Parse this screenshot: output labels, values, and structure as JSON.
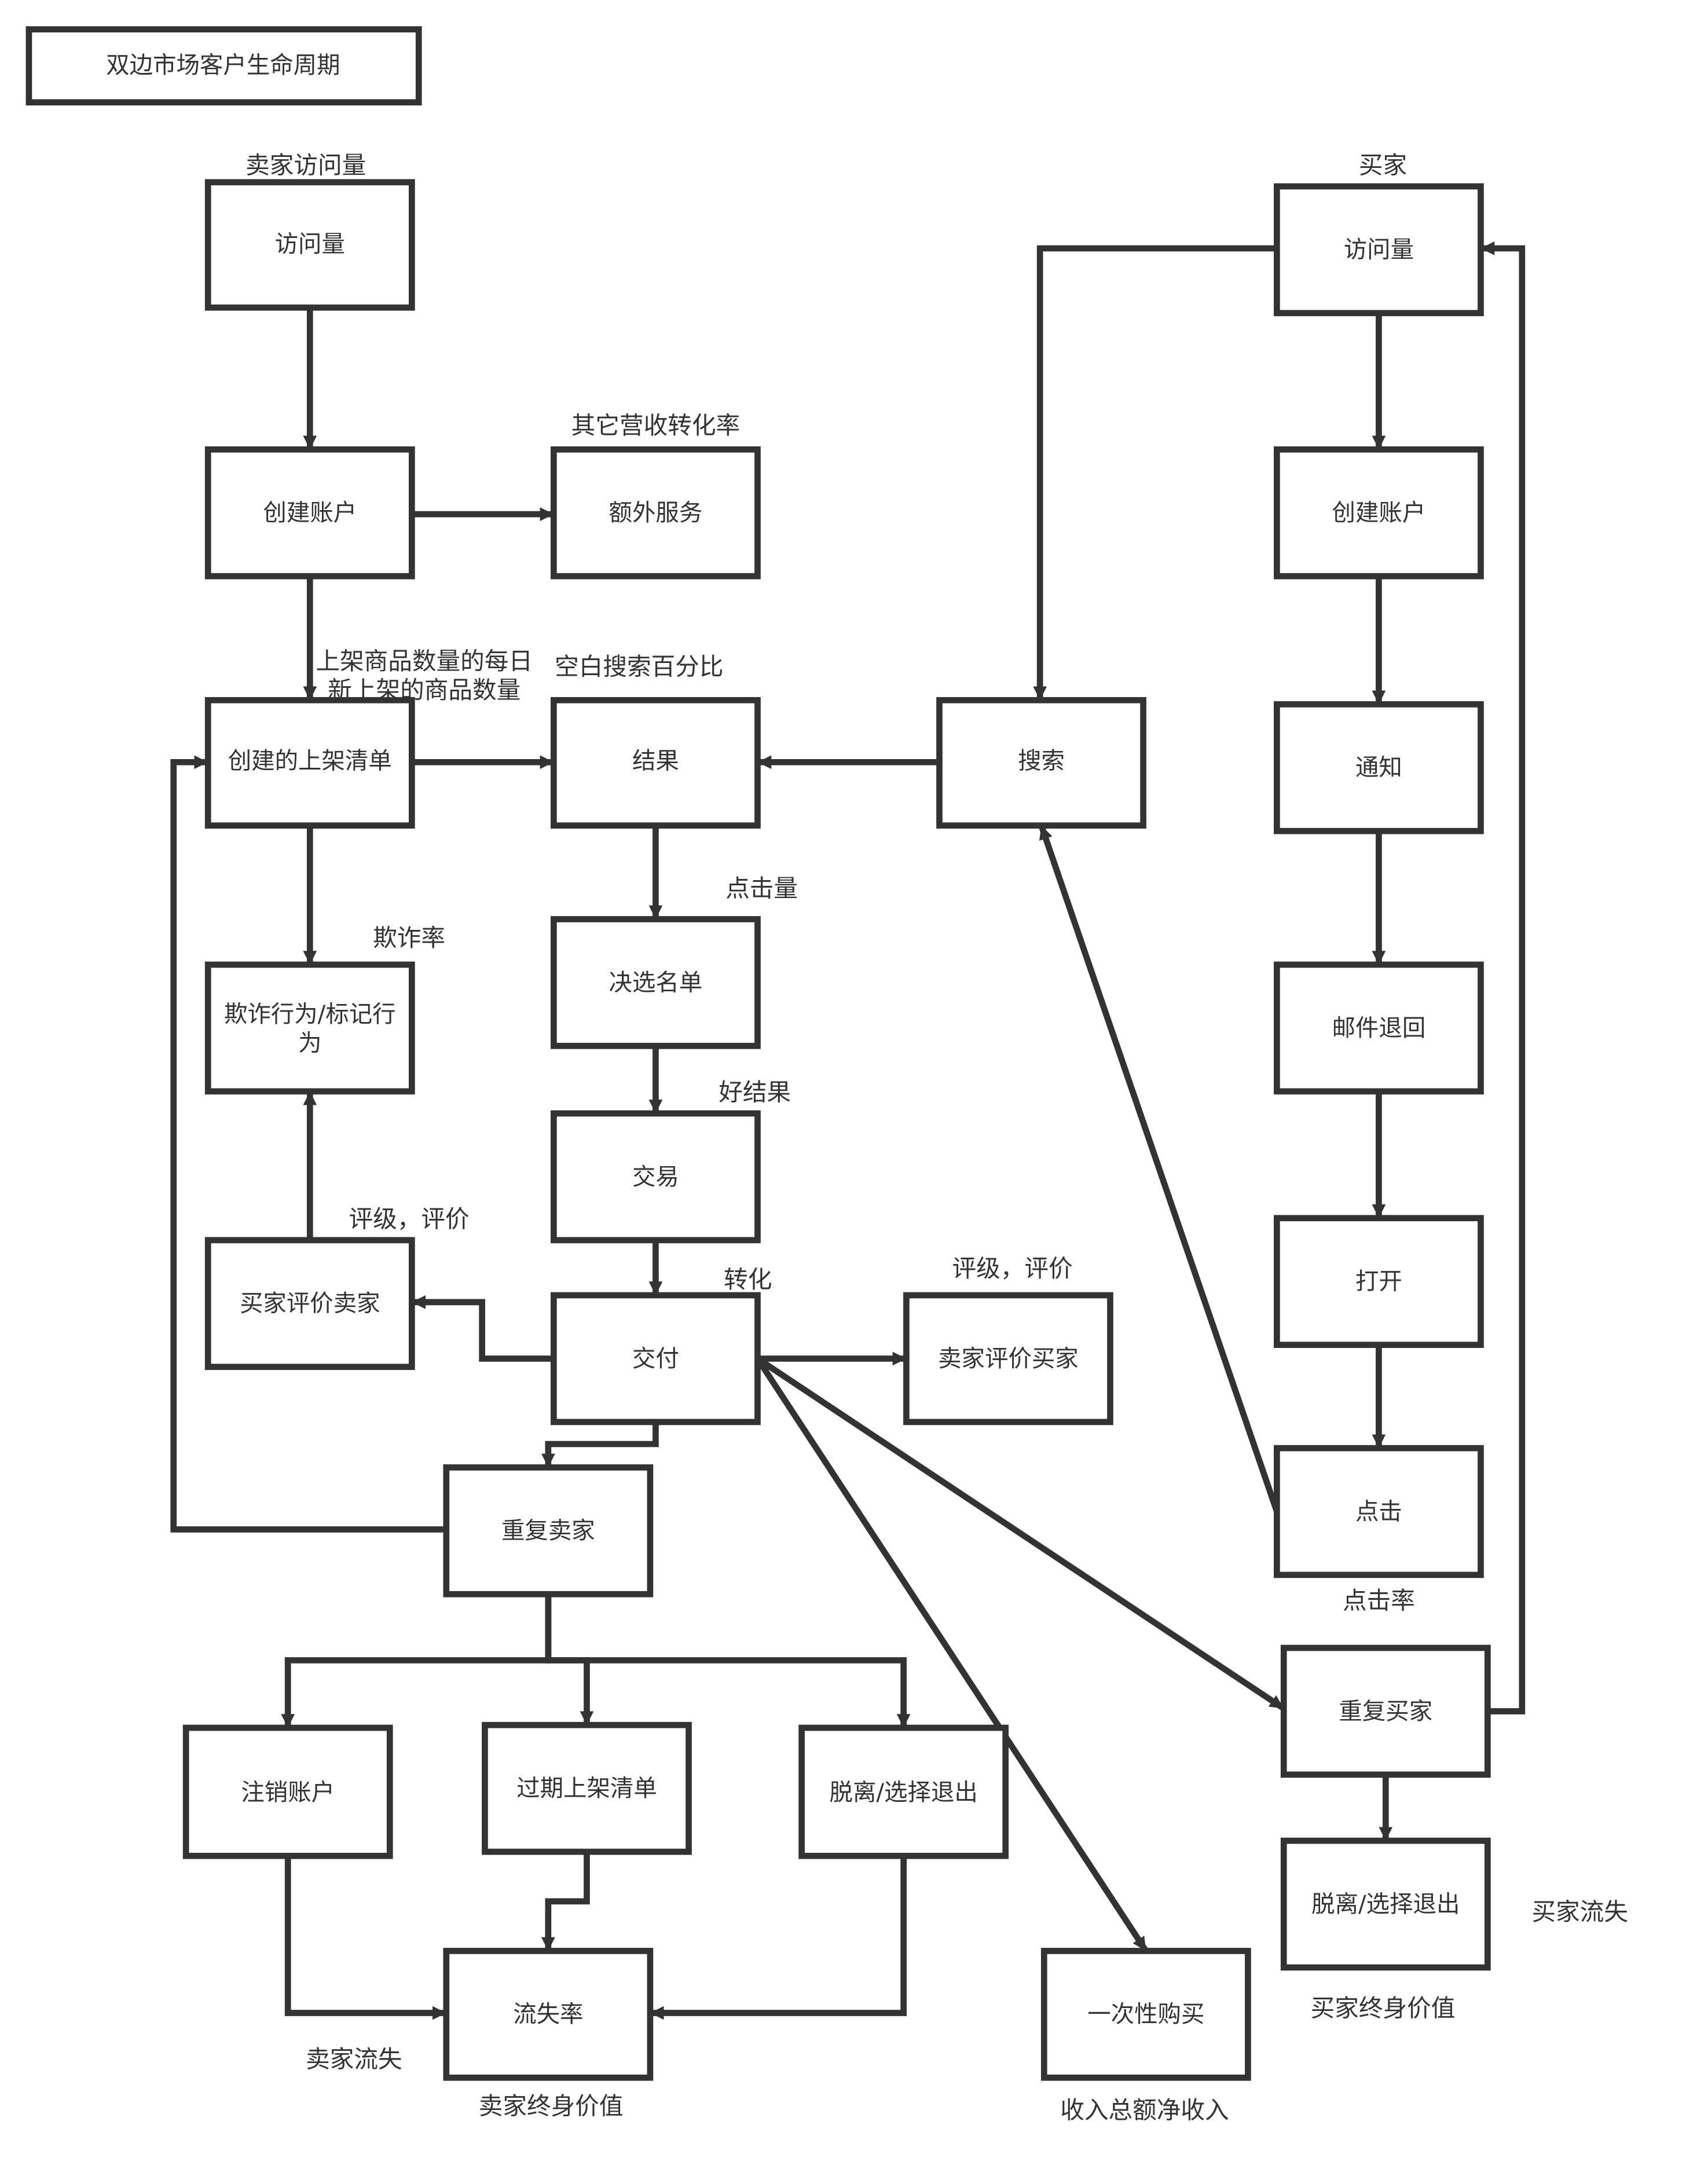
{
  "title": "双边市场客户生命周期",
  "nodes": {
    "seller_visits": "访问量",
    "seller_create_account": "创建账户",
    "extra_services": "额外服务",
    "listings_created": "创建的上架清单",
    "results": "结果",
    "search": "搜索",
    "fraud_line1": "欺诈行为/标记行",
    "fraud_line2": "为",
    "shortlist": "决选名单",
    "transaction": "交易",
    "buyer_rates_seller": "买家评价卖家",
    "delivery": "交付",
    "seller_rates_buyer": "卖家评价买家",
    "repeat_seller": "重复卖家",
    "cancel_account": "注销账户",
    "expired_listings": "过期上架清单",
    "seller_opt_out": "脱离/选择退出",
    "churn_rate": "流失率",
    "one_time_purchase": "一次性购买",
    "buyer_visits": "访问量",
    "buyer_create_account": "创建账户",
    "notification": "通知",
    "email_bounce": "邮件退回",
    "open": "打开",
    "click": "点击",
    "repeat_buyer": "重复买家",
    "buyer_opt_out": "脱离/选择退出"
  },
  "labels": {
    "seller_visits": "卖家访问量",
    "buyer": "买家",
    "other_revenue_conversion": "其它营收转化率",
    "listings_daily_line1": "上架商品数量的每日",
    "listings_daily_line2": "新上架的商品数量",
    "empty_search_pct": "空白搜索百分比",
    "click_volume": "点击量",
    "fraud_rate": "欺诈率",
    "good_result": "好结果",
    "rating_review_left": "评级，评价",
    "conversion": "转化",
    "rating_review_right": "评级，评价",
    "click_through_rate": "点击率",
    "buyer_churn": "买家流失",
    "buyer_ltv": "买家终身价值",
    "seller_churn": "卖家流失",
    "seller_ltv": "卖家终身价值",
    "net_revenue": "收入总额净收入"
  }
}
